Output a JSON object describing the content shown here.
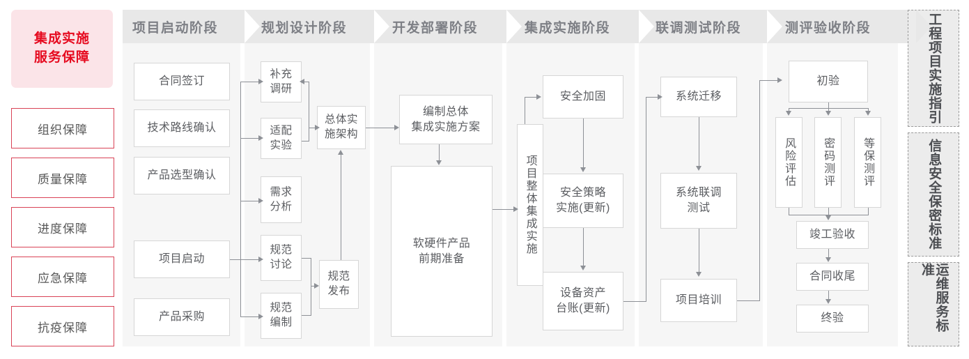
{
  "left_rail": {
    "header": "集成实施\n服务保障",
    "header_line1": "集成实施",
    "header_line2": "服务保障",
    "items": [
      {
        "label": "组织保障"
      },
      {
        "label": "质量保障"
      },
      {
        "label": "进度保障"
      },
      {
        "label": "应急保障"
      },
      {
        "label": "抗疫保障"
      }
    ]
  },
  "stages": [
    {
      "title": "项目启动阶段",
      "boxes": [
        {
          "label": "合同签订"
        },
        {
          "label": "技术路线确认"
        },
        {
          "label": "产品选型确认"
        },
        {
          "label": "项目启动"
        },
        {
          "label": "产品采购"
        }
      ]
    },
    {
      "title": "规划设计阶段",
      "boxes": [
        {
          "label": "补充\n调研"
        },
        {
          "label": "适配\n实验"
        },
        {
          "label": "需求\n分析"
        },
        {
          "label": "规范\n讨论"
        },
        {
          "label": "规范\n编制"
        },
        {
          "label": "总体实\n施架构"
        },
        {
          "label": "规范\n发布"
        }
      ]
    },
    {
      "title": "开发部署阶段",
      "boxes": [
        {
          "label": "编制总体\n集成实施方案"
        },
        {
          "label": "软硬件产品\n前期准备"
        }
      ]
    },
    {
      "title": "集成实施阶段",
      "boxes": [
        {
          "label": "项目整体集成实施"
        },
        {
          "label": "安全加固"
        },
        {
          "label": "安全策略\n实施(更新)"
        },
        {
          "label": "设备资产\n台账(更新)"
        }
      ]
    },
    {
      "title": "联调测试阶段",
      "boxes": [
        {
          "label": "系统迁移"
        },
        {
          "label": "系统联调\n测试"
        },
        {
          "label": "项目培训"
        }
      ]
    },
    {
      "title": "测评验收阶段",
      "boxes": [
        {
          "label": "初验"
        },
        {
          "label": "风险评估"
        },
        {
          "label": "密码测评"
        },
        {
          "label": "等保测评"
        },
        {
          "label": "竣工验收"
        },
        {
          "label": "合同收尾"
        },
        {
          "label": "终验"
        }
      ]
    }
  ],
  "standards_rail": [
    {
      "label": "工程项目实施指引"
    },
    {
      "label": "信息安全保密标准"
    },
    {
      "label": "运维服务标准"
    }
  ],
  "colors": {
    "accent_red": "#e60b20",
    "accent_red_border": "#d94256",
    "accent_pink_bg": "#fbe4e8",
    "stage_header_bg": "#e8e8e8",
    "stage_body_bg": "#f6f6f6",
    "box_border": "#d6d6d6",
    "connector": "#8d9096",
    "text_grey": "#5b5d61"
  }
}
